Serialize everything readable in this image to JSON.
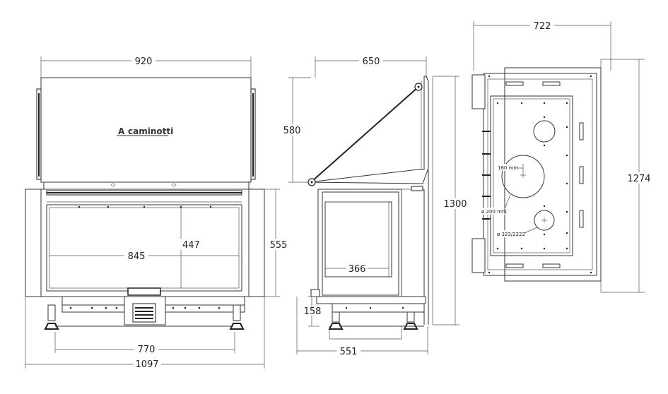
{
  "front_view": {
    "width_top": "920",
    "brand": "caminotti",
    "brand_mark": "A",
    "opening_width": "845",
    "opening_height": "447",
    "body_height": "555",
    "base_width": "770",
    "overall_width": "1097"
  },
  "side_view": {
    "depth_top": "650",
    "hood_height": "580",
    "total_height": "1300",
    "inner_depth": "366",
    "foot_height": "158",
    "base_depth": "551"
  },
  "top_view": {
    "width": "722",
    "height": "1274",
    "hole_1": "160 mm",
    "hole_2": "ø 200 mm",
    "hole_3": "ø 323/2222"
  },
  "colors": {
    "line": "#333333",
    "panel": "#ffffff"
  }
}
